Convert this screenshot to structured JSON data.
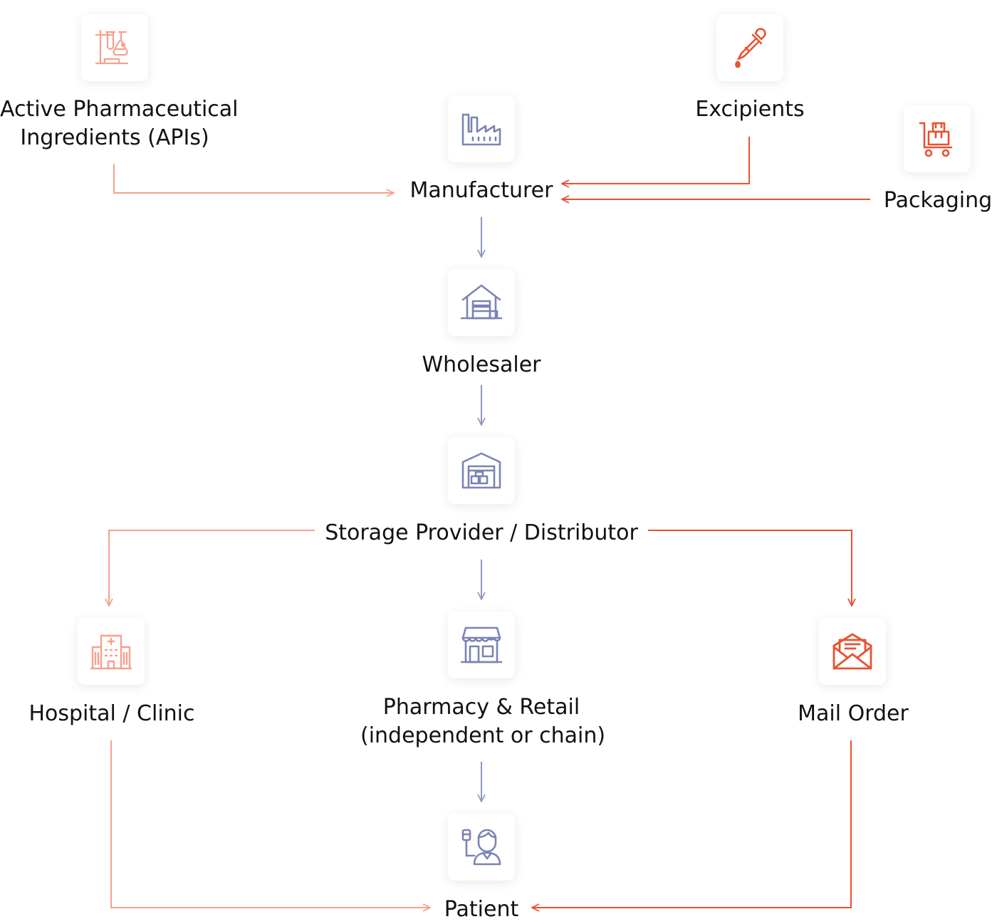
{
  "colors": {
    "salmon": "#f7a08c",
    "red": "#e8522f",
    "slate": "#7a84b3"
  },
  "nodes": {
    "api": {
      "line1": "Active Pharmaceutical",
      "line2": "Ingredients (APIs)",
      "icon": "lab-flask-icon"
    },
    "excipients": {
      "label": "Excipients",
      "icon": "dropper-icon"
    },
    "packaging": {
      "label": "Packaging",
      "icon": "cart-box-icon"
    },
    "manufacturer": {
      "label": "Manufacturer",
      "icon": "factory-icon"
    },
    "wholesaler": {
      "label": "Wholesaler",
      "icon": "warehouse-house-icon"
    },
    "storage": {
      "label": "Storage Provider / Distributor",
      "icon": "storage-warehouse-icon"
    },
    "hospital": {
      "label": "Hospital / Clinic",
      "icon": "hospital-icon"
    },
    "pharmacy": {
      "line1": "Pharmacy & Retail",
      "line2": "(independent or chain)",
      "icon": "storefront-icon"
    },
    "mail": {
      "label": "Mail Order",
      "icon": "envelope-icon"
    },
    "patient": {
      "label": "Patient",
      "icon": "patient-icon"
    }
  }
}
